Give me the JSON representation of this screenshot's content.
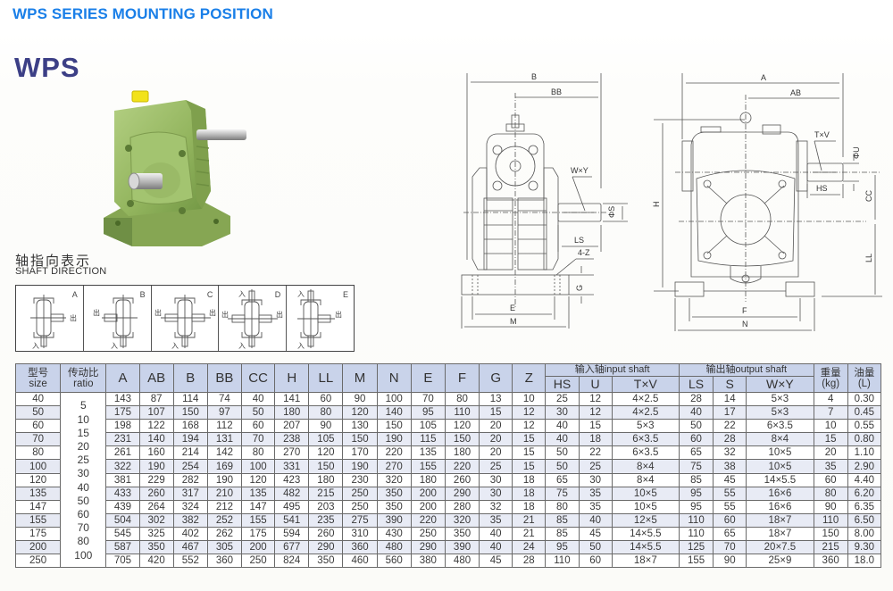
{
  "page": {
    "heading": "WPS SERIES MOUNTING POSITION",
    "series_title": "WPS",
    "accent_color": "#1a7fe8",
    "title_color": "#3c3f86"
  },
  "product_photo": {
    "description": "green worm gear reducer",
    "body_color": "#9cbd6a",
    "cap_color": "#f2e21a"
  },
  "shaft_direction": {
    "title_cn": "轴指向表示",
    "title_en": "SHAFT DIRECTION",
    "in_label": "入",
    "out_label": "出",
    "positions": [
      {
        "letter": "A"
      },
      {
        "letter": "B"
      },
      {
        "letter": "C"
      },
      {
        "letter": "D"
      },
      {
        "letter": "E"
      }
    ]
  },
  "drawing_side": {
    "labels": {
      "B": "B",
      "BB": "BB",
      "WxY": "W×Y",
      "S": "ΦS",
      "LS": "LS",
      "Z": "4-Z",
      "G": "G",
      "E": "E",
      "M": "M"
    }
  },
  "drawing_front": {
    "labels": {
      "A": "A",
      "AB": "AB",
      "TxV": "T×V",
      "U": "ΦU",
      "HS": "HS",
      "CC": "CC",
      "LL": "LL",
      "H": "H",
      "F": "F",
      "N": "N"
    }
  },
  "table": {
    "headers": {
      "size_cn": "型号",
      "size_en": "size",
      "ratio_cn": "传动比",
      "ratio_en": "ratio",
      "A": "A",
      "AB": "AB",
      "B": "B",
      "BB": "BB",
      "CC": "CC",
      "H": "H",
      "LL": "LL",
      "M": "M",
      "N": "N",
      "E": "E",
      "F": "F",
      "G": "G",
      "Z": "Z",
      "input_group": "输入轴input shaft",
      "output_group": "输出轴output shaft",
      "HS": "HS",
      "U": "U",
      "TxV": "T×V",
      "LS": "LS",
      "S": "S",
      "WxY": "W×Y",
      "weight_cn": "重量",
      "weight_unit": "(kg)",
      "oil_cn": "油量",
      "oil_unit": "(L)"
    },
    "ratios": [
      "5",
      "10",
      "15",
      "20",
      "25",
      "30",
      "40",
      "50",
      "60",
      "70",
      "80",
      "100"
    ],
    "rows": [
      {
        "size": "40",
        "A": "143",
        "AB": "87",
        "B": "114",
        "BB": "74",
        "CC": "40",
        "H": "141",
        "LL": "60",
        "M": "90",
        "N": "100",
        "E": "70",
        "F": "80",
        "G": "13",
        "Z": "10",
        "HS": "25",
        "U": "12",
        "TxV": "4×2.5",
        "LS": "28",
        "S": "14",
        "WxY": "5×3",
        "kg": "4",
        "L": "0.30"
      },
      {
        "size": "50",
        "A": "175",
        "AB": "107",
        "B": "150",
        "BB": "97",
        "CC": "50",
        "H": "180",
        "LL": "80",
        "M": "120",
        "N": "140",
        "E": "95",
        "F": "110",
        "G": "15",
        "Z": "12",
        "HS": "30",
        "U": "12",
        "TxV": "4×2.5",
        "LS": "40",
        "S": "17",
        "WxY": "5×3",
        "kg": "7",
        "L": "0.45"
      },
      {
        "size": "60",
        "A": "198",
        "AB": "122",
        "B": "168",
        "BB": "112",
        "CC": "60",
        "H": "207",
        "LL": "90",
        "M": "130",
        "N": "150",
        "E": "105",
        "F": "120",
        "G": "20",
        "Z": "12",
        "HS": "40",
        "U": "15",
        "TxV": "5×3",
        "LS": "50",
        "S": "22",
        "WxY": "6×3.5",
        "kg": "10",
        "L": "0.55"
      },
      {
        "size": "70",
        "A": "231",
        "AB": "140",
        "B": "194",
        "BB": "131",
        "CC": "70",
        "H": "238",
        "LL": "105",
        "M": "150",
        "N": "190",
        "E": "115",
        "F": "150",
        "G": "20",
        "Z": "15",
        "HS": "40",
        "U": "18",
        "TxV": "6×3.5",
        "LS": "60",
        "S": "28",
        "WxY": "8×4",
        "kg": "15",
        "L": "0.80"
      },
      {
        "size": "80",
        "A": "261",
        "AB": "160",
        "B": "214",
        "BB": "142",
        "CC": "80",
        "H": "270",
        "LL": "120",
        "M": "170",
        "N": "220",
        "E": "135",
        "F": "180",
        "G": "20",
        "Z": "15",
        "HS": "50",
        "U": "22",
        "TxV": "6×3.5",
        "LS": "65",
        "S": "32",
        "WxY": "10×5",
        "kg": "20",
        "L": "1.10"
      },
      {
        "size": "100",
        "A": "322",
        "AB": "190",
        "B": "254",
        "BB": "169",
        "CC": "100",
        "H": "331",
        "LL": "150",
        "M": "190",
        "N": "270",
        "E": "155",
        "F": "220",
        "G": "25",
        "Z": "15",
        "HS": "50",
        "U": "25",
        "TxV": "8×4",
        "LS": "75",
        "S": "38",
        "WxY": "10×5",
        "kg": "35",
        "L": "2.90"
      },
      {
        "size": "120",
        "A": "381",
        "AB": "229",
        "B": "282",
        "BB": "190",
        "CC": "120",
        "H": "423",
        "LL": "180",
        "M": "230",
        "N": "320",
        "E": "180",
        "F": "260",
        "G": "30",
        "Z": "18",
        "HS": "65",
        "U": "30",
        "TxV": "8×4",
        "LS": "85",
        "S": "45",
        "WxY": "14×5.5",
        "kg": "60",
        "L": "4.40"
      },
      {
        "size": "135",
        "A": "433",
        "AB": "260",
        "B": "317",
        "BB": "210",
        "CC": "135",
        "H": "482",
        "LL": "215",
        "M": "250",
        "N": "350",
        "E": "200",
        "F": "290",
        "G": "30",
        "Z": "18",
        "HS": "75",
        "U": "35",
        "TxV": "10×5",
        "LS": "95",
        "S": "55",
        "WxY": "16×6",
        "kg": "80",
        "L": "6.20"
      },
      {
        "size": "147",
        "A": "439",
        "AB": "264",
        "B": "324",
        "BB": "212",
        "CC": "147",
        "H": "495",
        "LL": "203",
        "M": "250",
        "N": "350",
        "E": "200",
        "F": "280",
        "G": "32",
        "Z": "18",
        "HS": "80",
        "U": "35",
        "TxV": "10×5",
        "LS": "95",
        "S": "55",
        "WxY": "16×6",
        "kg": "90",
        "L": "6.35"
      },
      {
        "size": "155",
        "A": "504",
        "AB": "302",
        "B": "382",
        "BB": "252",
        "CC": "155",
        "H": "541",
        "LL": "235",
        "M": "275",
        "N": "390",
        "E": "220",
        "F": "320",
        "G": "35",
        "Z": "21",
        "HS": "85",
        "U": "40",
        "TxV": "12×5",
        "LS": "110",
        "S": "60",
        "WxY": "18×7",
        "kg": "110",
        "L": "6.50"
      },
      {
        "size": "175",
        "A": "545",
        "AB": "325",
        "B": "402",
        "BB": "262",
        "CC": "175",
        "H": "594",
        "LL": "260",
        "M": "310",
        "N": "430",
        "E": "250",
        "F": "350",
        "G": "40",
        "Z": "21",
        "HS": "85",
        "U": "45",
        "TxV": "14×5.5",
        "LS": "110",
        "S": "65",
        "WxY": "18×7",
        "kg": "150",
        "L": "8.00"
      },
      {
        "size": "200",
        "A": "587",
        "AB": "350",
        "B": "467",
        "BB": "305",
        "CC": "200",
        "H": "677",
        "LL": "290",
        "M": "360",
        "N": "480",
        "E": "290",
        "F": "390",
        "G": "40",
        "Z": "24",
        "HS": "95",
        "U": "50",
        "TxV": "14×5.5",
        "LS": "125",
        "S": "70",
        "WxY": "20×7.5",
        "kg": "215",
        "L": "9.30"
      },
      {
        "size": "250",
        "A": "705",
        "AB": "420",
        "B": "552",
        "BB": "360",
        "CC": "250",
        "H": "824",
        "LL": "350",
        "M": "460",
        "N": "560",
        "E": "380",
        "F": "480",
        "G": "45",
        "Z": "28",
        "HS": "110",
        "U": "60",
        "TxV": "18×7",
        "LS": "155",
        "S": "90",
        "WxY": "25×9",
        "kg": "360",
        "L": "18.0"
      }
    ]
  }
}
